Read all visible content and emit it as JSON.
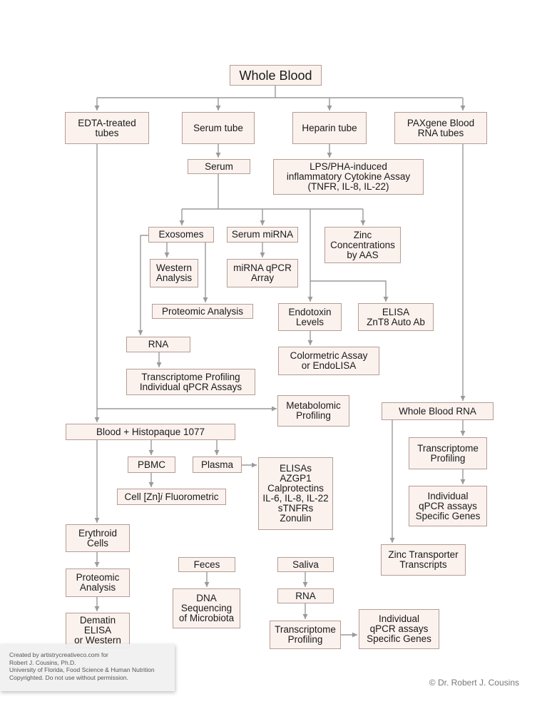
{
  "diagram": {
    "whole_blood": "Whole Blood",
    "edta": "EDTA-treated\ntubes",
    "serum_tube": "Serum tube",
    "heparin_tube": "Heparin tube",
    "paxgene": "PAXgene Blood\nRNA tubes",
    "serum": "Serum",
    "lps_assay": "LPS/PHA-induced\ninflammatory Cytokine Assay\n(TNFR, IL-8, IL-22)",
    "exosomes": "Exosomes",
    "serum_mirna": "Serum miRNA",
    "zinc_aas": "Zinc\nConcentrations\nby AAS",
    "western": "Western\nAnalysis",
    "mirna_qpcr": "miRNA qPCR\nArray",
    "proteomic_exo": "Proteomic Analysis",
    "endotoxin": "Endotoxin\nLevels",
    "elisa_znt8": "ELISA\nZnT8 Auto Ab",
    "colormetric": "Colormetric Assay\nor EndoLISA",
    "rna_exo": "RNA",
    "transcriptome_exo": "Transcriptome Profiling\nIndividual qPCR Assays",
    "metabolomic": "Metabolomic\nProfiling",
    "histopaque": "Blood + Histopaque 1077",
    "whole_blood_rna": "Whole Blood RNA",
    "pbmc": "PBMC",
    "plasma": "Plasma",
    "plasma_assays": "ELISAs\nAZGP1\nCalprotectins\nIL-6, IL-8, IL-22\nsTNFRs\nZonulin",
    "cell_zn_main": "Cell [Zn]",
    "cell_zn_sub": "i",
    "cell_zn_tail": " Fluorometric",
    "transcriptome_wb": "Transcriptome\nProfiling",
    "qpcr_wb": "Individual\nqPCR assays\nSpecific Genes",
    "zinc_transporter": "Zinc Transporter\nTranscripts",
    "erythroid": "Erythroid\nCells",
    "proteomic_ery": "Proteomic\nAnalysis",
    "dematin": "Dematin\nELISA\nor Western",
    "feces": "Feces",
    "dna_seq": "DNA\nSequencing\nof Microbiota",
    "saliva": "Saliva",
    "rna_saliva": "RNA",
    "transcriptome_saliva": "Transcriptome\nProfiling",
    "qpcr_saliva": "Individual\nqPCR assays\nSpecific Genes"
  },
  "credit": "Created by artistrycreativeco.com for\nRobert J. Cousins, Ph.D.\nUniversity of Florida, Food Science & Human Nutrition\nCopyrighted. Do not use without permission.",
  "copyright": "© Dr. Robert J. Cousins",
  "colors": {
    "box_fill": "#fbf2ee",
    "box_border": "#b49c94",
    "connector": "#9a9a9a"
  }
}
